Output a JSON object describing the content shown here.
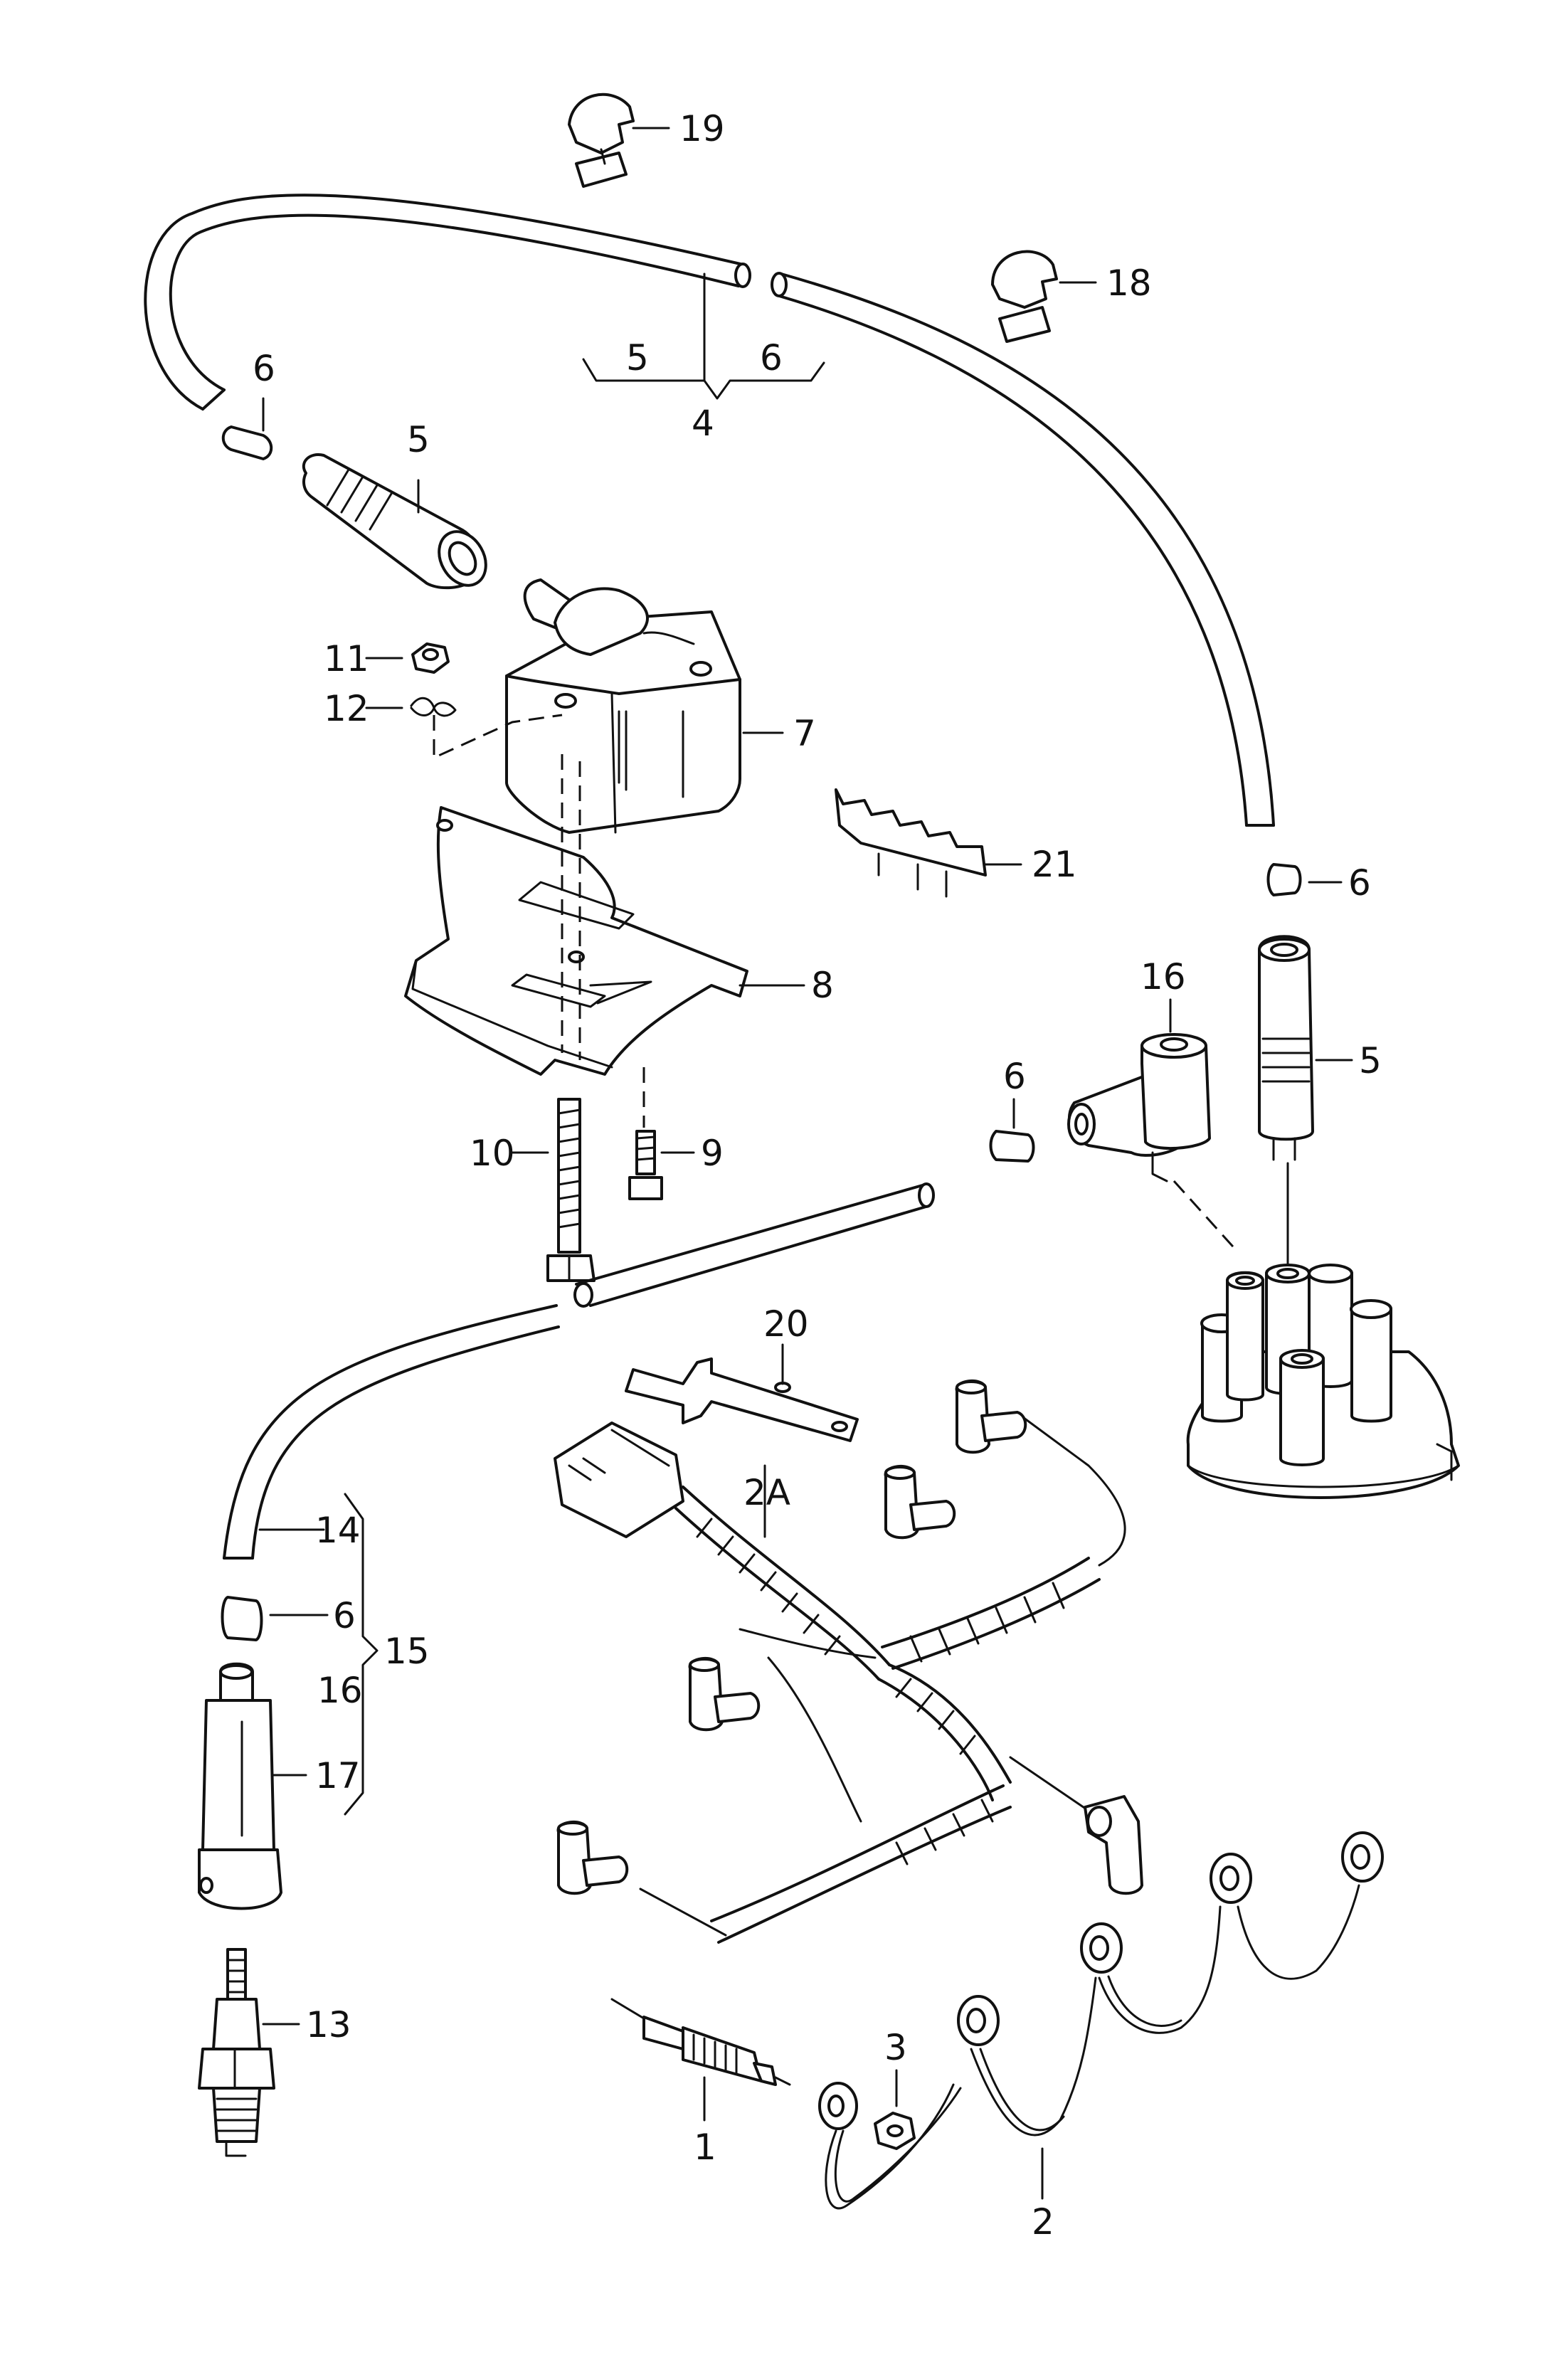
{
  "callouts": {
    "c1": "1",
    "c2": "2",
    "c2a": "2A",
    "c3": "3",
    "c4": "4",
    "c5_top_brace": "5",
    "c6_top_brace": "6",
    "c5_plug_top": "5",
    "c6_clip_left": "6",
    "c6_clip_right": "6",
    "c5_plug_right": "5",
    "c6_clip_mid": "6",
    "c6_clip_lower": "6",
    "c7": "7",
    "c8": "8",
    "c9": "9",
    "c10": "10",
    "c11": "11",
    "c12": "12",
    "c13": "13",
    "c14": "14",
    "c15": "15",
    "c16_lower": "16",
    "c16_upper": "16",
    "c17": "17",
    "c18": "18",
    "c19": "19",
    "c20": "20",
    "c21": "21"
  }
}
